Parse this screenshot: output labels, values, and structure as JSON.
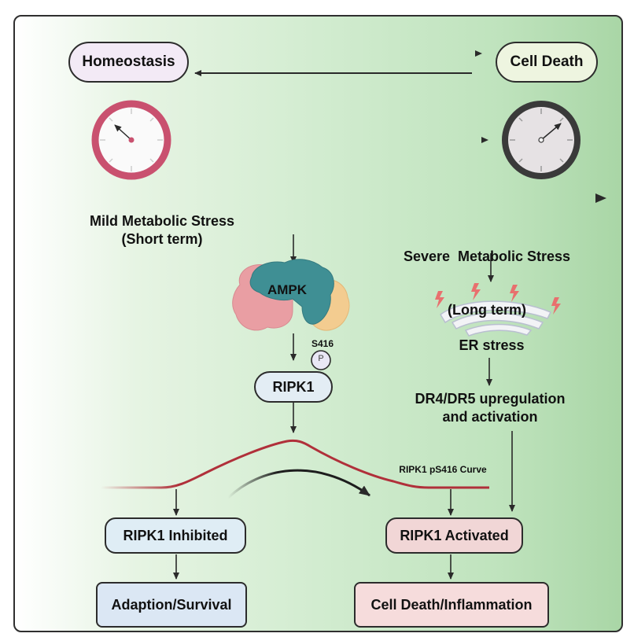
{
  "top": {
    "homeostasis": "Homeostasis",
    "cell_death": "Cell Death"
  },
  "timeline": {
    "mild_title": "Mild Metabolic Stress",
    "mild_sub": "(Short term)",
    "severe_title": "Severe  Metabolic Stress",
    "severe_sub": "(Long term)"
  },
  "left_path": {
    "ampk": "AMPK",
    "site": "S416",
    "phospho": "P",
    "ripk1": "RIPK1",
    "inhibited": "RIPK1 Inhibited",
    "outcome": "Adaption/Survival"
  },
  "right_path": {
    "er_stress": "ER stress",
    "dr_line1": "DR4/DR5 upregulation",
    "dr_line2": "and activation",
    "activated": "RIPK1 Activated",
    "outcome": "Cell Death/Inflammation"
  },
  "curve": {
    "label": "RIPK1 pS416 Curve"
  },
  "colors": {
    "homeostasis_fill": "#f3eaf6",
    "cell_death_fill": "#eef5e0",
    "ripk1_fill": "#e3edf4",
    "inhibited_fill": "#dfedf5",
    "survival_fill": "#dbe7f4",
    "activated_fill": "#f1d6d6",
    "inflammation_fill": "#f6dcdc",
    "curve": "#b0303a",
    "clock_mild": "#c9516f",
    "clock_severe": "#3a3a3a",
    "ampk_teal": "#3f8f94",
    "ampk_pink": "#e99ea3",
    "ampk_orange": "#f3cc90",
    "bolt": "#e8706e"
  }
}
